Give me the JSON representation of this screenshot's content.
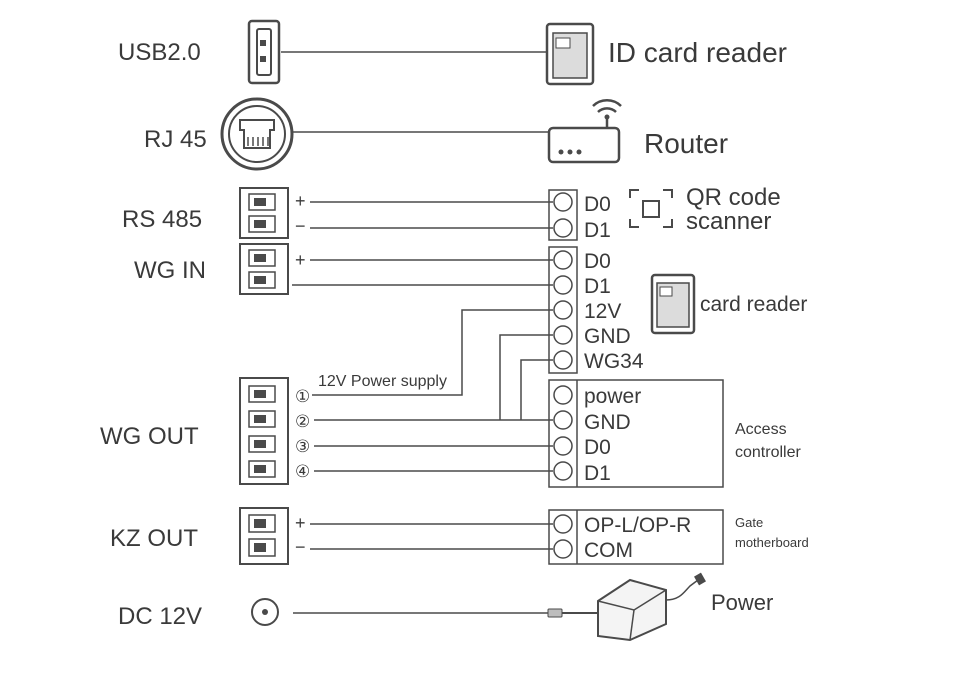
{
  "left_ports": {
    "usb": "USB2.0",
    "rj45": "RJ 45",
    "rs485": "RS 485",
    "wg_in": "WG IN",
    "wg_out": "WG OUT",
    "kz_out": "KZ OUT",
    "dc": "DC 12V"
  },
  "polarity": {
    "plus": "+",
    "minus": "−"
  },
  "pin_numbers": [
    "①",
    "②",
    "③",
    "④"
  ],
  "power_supply_label": "12V Power supply",
  "devices": {
    "id_card_reader": "ID card reader",
    "router": "Router",
    "qr_line1": "QR code",
    "qr_line2": "scanner",
    "card_reader": "card reader",
    "access_line1": "Access",
    "access_line2": "controller",
    "gate_line1": "Gate",
    "gate_line2": "motherboard",
    "power": "Power"
  },
  "terminals": {
    "qr": [
      "D0",
      "D1"
    ],
    "card_reader": [
      "D0",
      "D1",
      "12V",
      "GND",
      "WG34"
    ],
    "access": [
      "power",
      "GND",
      "D0",
      "D1"
    ],
    "gate": [
      "OP-L/OP-R",
      "COM"
    ]
  },
  "icons": {
    "usb": "usb-port-icon",
    "rj45": "rj45-port-icon",
    "id_card": "id-card-icon",
    "router": "router-icon",
    "wifi": "wifi-icon",
    "qr": "qr-scanner-icon",
    "card": "card-reader-icon",
    "dc": "dc-jack-icon",
    "adapter": "power-adapter-icon"
  }
}
